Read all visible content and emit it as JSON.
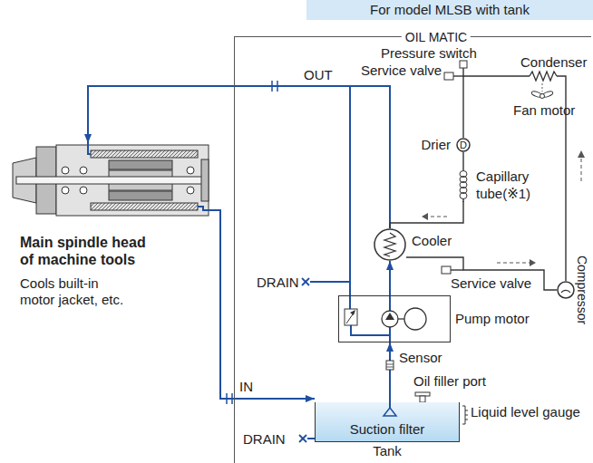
{
  "diagram": {
    "nodes": [
      {
        "text": [
          "For model MLSB with tank"
        ]
      },
      {
        "text": [
          "Main spindle head of machine tools",
          "Cools built-in motor jacket, etc."
        ]
      },
      {
        "text": [
          "OIL MATIC"
        ]
      },
      {
        "text": [
          "D",
          "Drier"
        ],
        "in": 2
      },
      {
        "text": [
          "Cooler"
        ],
        "in": 2
      },
      {
        "text": [
          "Compressor"
        ],
        "in": 2
      },
      {
        "text": [
          "Pump motor"
        ],
        "in": 2
      },
      {
        "text": [
          "Suction filter",
          "Tank"
        ],
        "in": 2
      }
    ],
    "edges": [
      {
        "from": 4,
        "to": 1,
        "arrow": "to"
      },
      {
        "from": 1,
        "to": 7,
        "arrow": "to"
      },
      {
        "from": 7,
        "to": 6,
        "arrow": "to"
      },
      {
        "from": 6,
        "to": 4,
        "arrow": "to"
      },
      {
        "from": 5,
        "to": 3,
        "arrow": "none"
      },
      {
        "from": 3,
        "to": 4,
        "arrow": "none"
      },
      {
        "from": 4,
        "to": 5,
        "arrow": "none"
      }
    ],
    "labels": [
      "Pressure switch",
      "OUT",
      "Service valve",
      "Condenser",
      "Fan motor",
      "Capillary tube(※1)",
      "DRAIN",
      "Service valve",
      "Sensor",
      "Oil filler port",
      "Liquid level gauge",
      "IN",
      "DRAIN"
    ]
  }
}
